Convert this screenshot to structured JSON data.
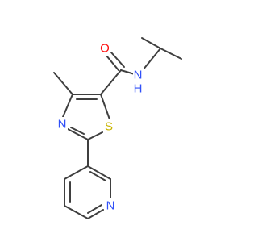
{
  "molecule": {
    "atoms": {
      "oxygen": "O",
      "amide_nitrogen": "N",
      "amide_hydrogen": "H",
      "thiazole_nitrogen": "N",
      "sulfur": "S",
      "pyridine_nitrogen": "N"
    }
  },
  "colors": {
    "bond": "#3f3f3f",
    "oxygen": "#ff0d0d",
    "nitrogen": "#3050f8",
    "sulfur": "#c8b400",
    "background": "#ffffff"
  }
}
